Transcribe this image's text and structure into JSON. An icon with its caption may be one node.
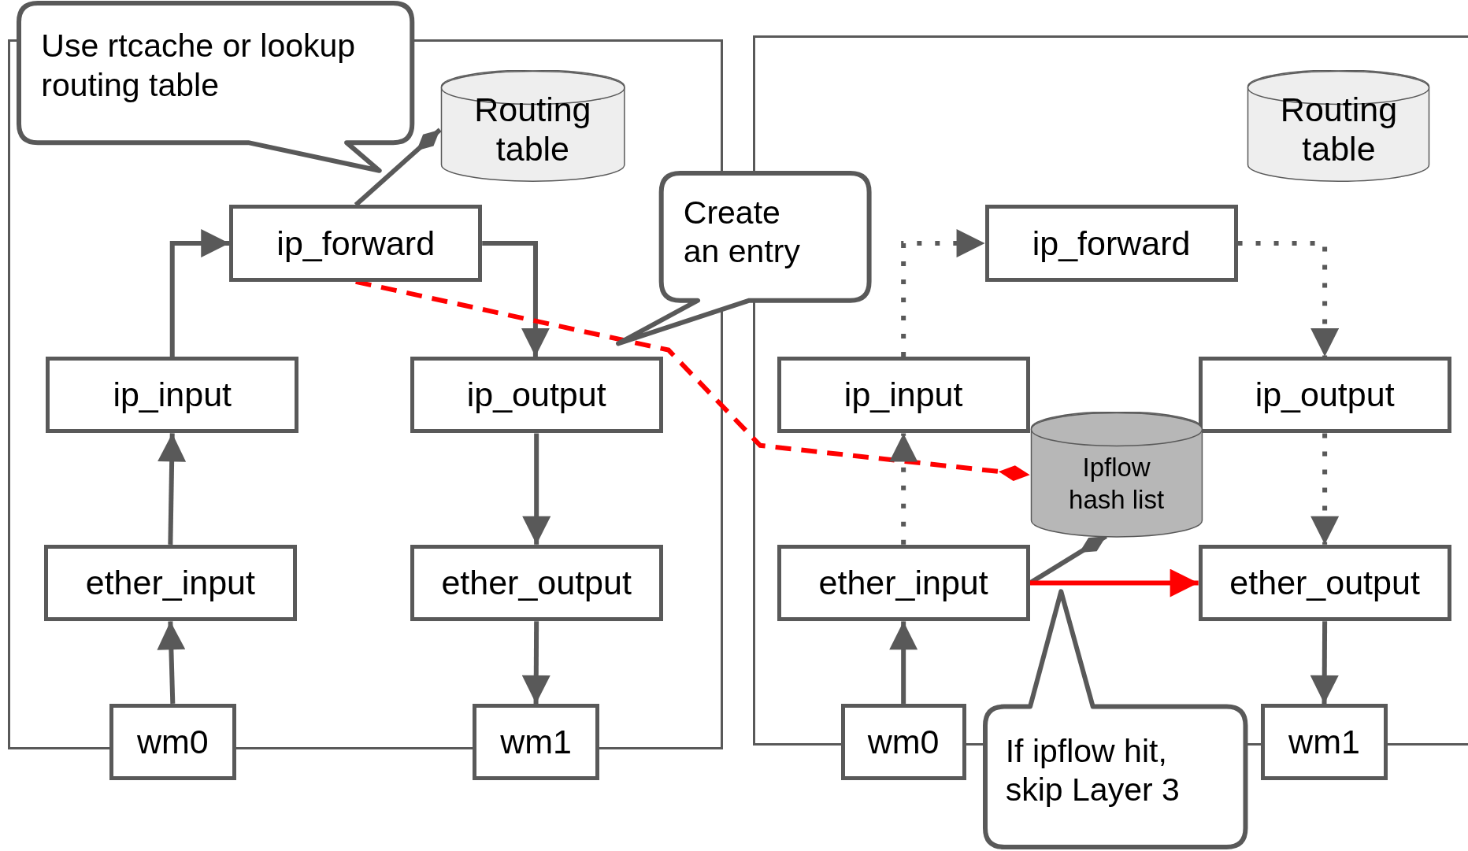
{
  "diagram": {
    "nodes": [
      {
        "text": [
          "Use rtcache or lookup routing table"
        ]
      },
      {
        "text": [
          "Routing table"
        ]
      },
      {
        "text": [
          "ip_forward"
        ]
      },
      {
        "text": [
          "Create an entry"
        ]
      },
      {
        "text": [
          "ip_input"
        ]
      },
      {
        "text": [
          "ip_output"
        ]
      },
      {
        "text": [
          "ether_input"
        ]
      },
      {
        "text": [
          "ether_output"
        ]
      },
      {
        "text": [
          "wm0"
        ]
      },
      {
        "text": [
          "wm1"
        ]
      },
      {
        "text": [
          "Routing table"
        ]
      },
      {
        "text": [
          "ip_forward"
        ]
      },
      {
        "text": [
          "ip_input"
        ]
      },
      {
        "text": [
          "ip_output"
        ]
      },
      {
        "text": [
          "Ipflow hash list"
        ]
      },
      {
        "text": [
          "ether_input"
        ]
      },
      {
        "text": [
          "ether_output"
        ]
      },
      {
        "text": [
          "wm0"
        ]
      },
      {
        "text": [
          "If ipflow hit, skip Layer 3"
        ]
      },
      {
        "text": [
          "wm1"
        ]
      }
    ],
    "edges": [
      {
        "from": 8,
        "to": 6,
        "arrow": "to"
      },
      {
        "from": 6,
        "to": 4,
        "arrow": "to"
      },
      {
        "from": 4,
        "to": 2,
        "arrow": "to"
      },
      {
        "from": 2,
        "to": 5,
        "arrow": "to"
      },
      {
        "from": 5,
        "to": 7,
        "arrow": "to"
      },
      {
        "from": 7,
        "to": 9,
        "arrow": "to"
      },
      {
        "from": 2,
        "to": 1,
        "arrow": "other"
      },
      {
        "from": 2,
        "to": 14,
        "arrow": "other",
        "style": "dashed",
        "color": "#ff0000"
      },
      {
        "from": 17,
        "to": 15,
        "arrow": "to"
      },
      {
        "from": 15,
        "to": 12,
        "arrow": "to",
        "style": "dashed"
      },
      {
        "from": 12,
        "to": 11,
        "arrow": "to",
        "style": "dashed"
      },
      {
        "from": 11,
        "to": 13,
        "arrow": "to",
        "style": "dashed"
      },
      {
        "from": 13,
        "to": 16,
        "arrow": "to",
        "style": "dashed"
      },
      {
        "from": 16,
        "to": 19,
        "arrow": "to"
      },
      {
        "from": 15,
        "to": 14,
        "arrow": "other"
      },
      {
        "from": 15,
        "to": 16,
        "arrow": "to",
        "color": "#ff0000"
      }
    ]
  }
}
